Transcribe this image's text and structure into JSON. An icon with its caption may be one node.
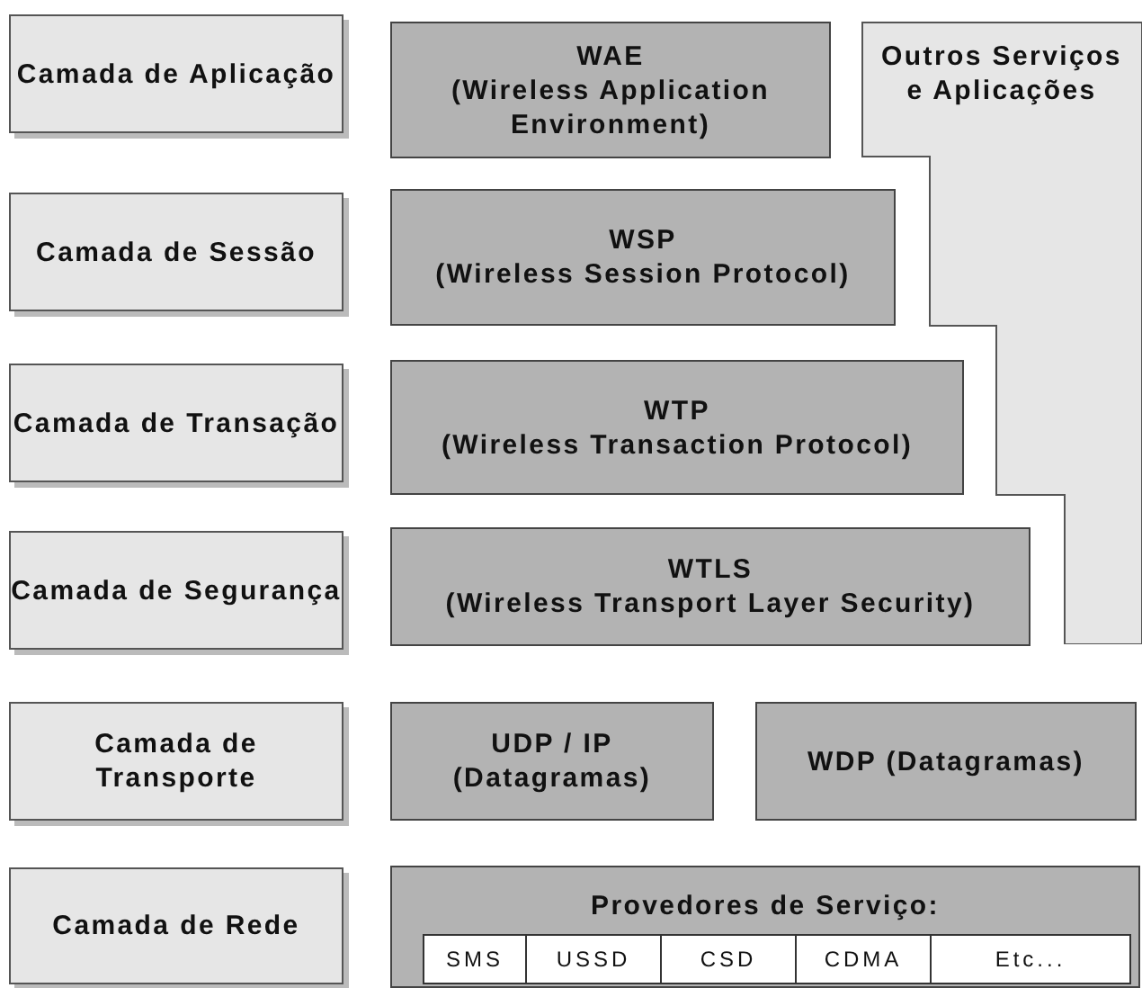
{
  "diagram": {
    "nodes": [
      {
        "text": [
          "Camada de Aplicação"
        ]
      },
      {
        "text": [
          "WAE",
          "(Wireless Application Environment)"
        ]
      },
      {
        "text": [
          "Outros Serviços e Aplicações"
        ]
      },
      {
        "text": [
          "Camada de Sessão"
        ]
      },
      {
        "text": [
          "WSP",
          "(Wireless Session Protocol)"
        ]
      },
      {
        "text": [
          "Camada de Transação"
        ]
      },
      {
        "text": [
          "WTP",
          "(Wireless Transaction Protocol)"
        ]
      },
      {
        "text": [
          "Camada de Segurança"
        ]
      },
      {
        "text": [
          "WTLS",
          "(Wireless Transport Layer Security)"
        ]
      },
      {
        "text": [
          "Camada de Transporte"
        ]
      },
      {
        "text": [
          "UDP / IP (Datagramas)"
        ]
      },
      {
        "text": [
          "WDP (Datagramas)"
        ]
      },
      {
        "text": [
          "Camada de Rede"
        ]
      },
      {
        "text": [
          "Provedores de Serviço:"
        ]
      },
      {
        "text": [
          "SMS"
        ],
        "in": 13
      },
      {
        "text": [
          "USSD"
        ],
        "in": 13
      },
      {
        "text": [
          "CSD"
        ],
        "in": 13
      },
      {
        "text": [
          "CDMA"
        ],
        "in": 13
      },
      {
        "text": [
          "Etc..."
        ],
        "in": 13
      }
    ]
  }
}
